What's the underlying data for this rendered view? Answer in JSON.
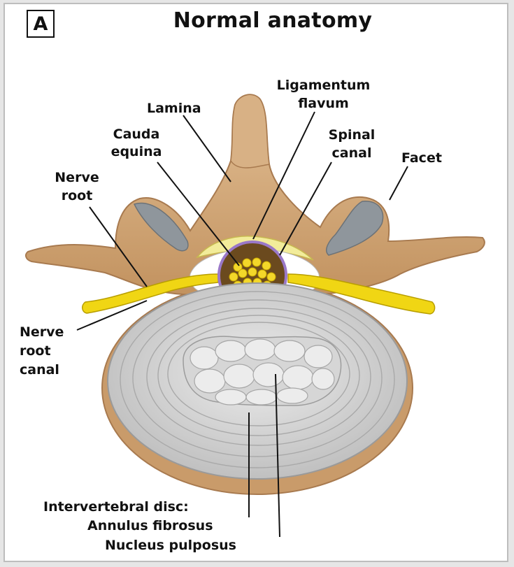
{
  "panel_letter": "A",
  "title": "Normal anatomy",
  "labels": {
    "lamina": "Lamina",
    "ligamentum_flavum_1": "Ligamentum",
    "ligamentum_flavum_2": "flavum",
    "cauda_equina_1": "Cauda",
    "cauda_equina_2": "equina",
    "spinal_canal_1": "Spinal",
    "spinal_canal_2": "canal",
    "facet": "Facet",
    "nerve_root_1": "Nerve",
    "nerve_root_2": "root",
    "nerve_root_canal_1": "Nerve",
    "nerve_root_canal_2": "root",
    "nerve_root_canal_3": "canal",
    "intervertebral_disc": "Intervertebral disc:",
    "annulus_fibrosus": "Annulus fibrosus",
    "nucleus_pulposus": "Nucleus pulposus"
  },
  "colors": {
    "bone": "#d2a77a",
    "bone_dark": "#a87a4f",
    "nerve": "#f0d614",
    "disc": "#d0d0d0",
    "canal": "#6b4a1e"
  }
}
